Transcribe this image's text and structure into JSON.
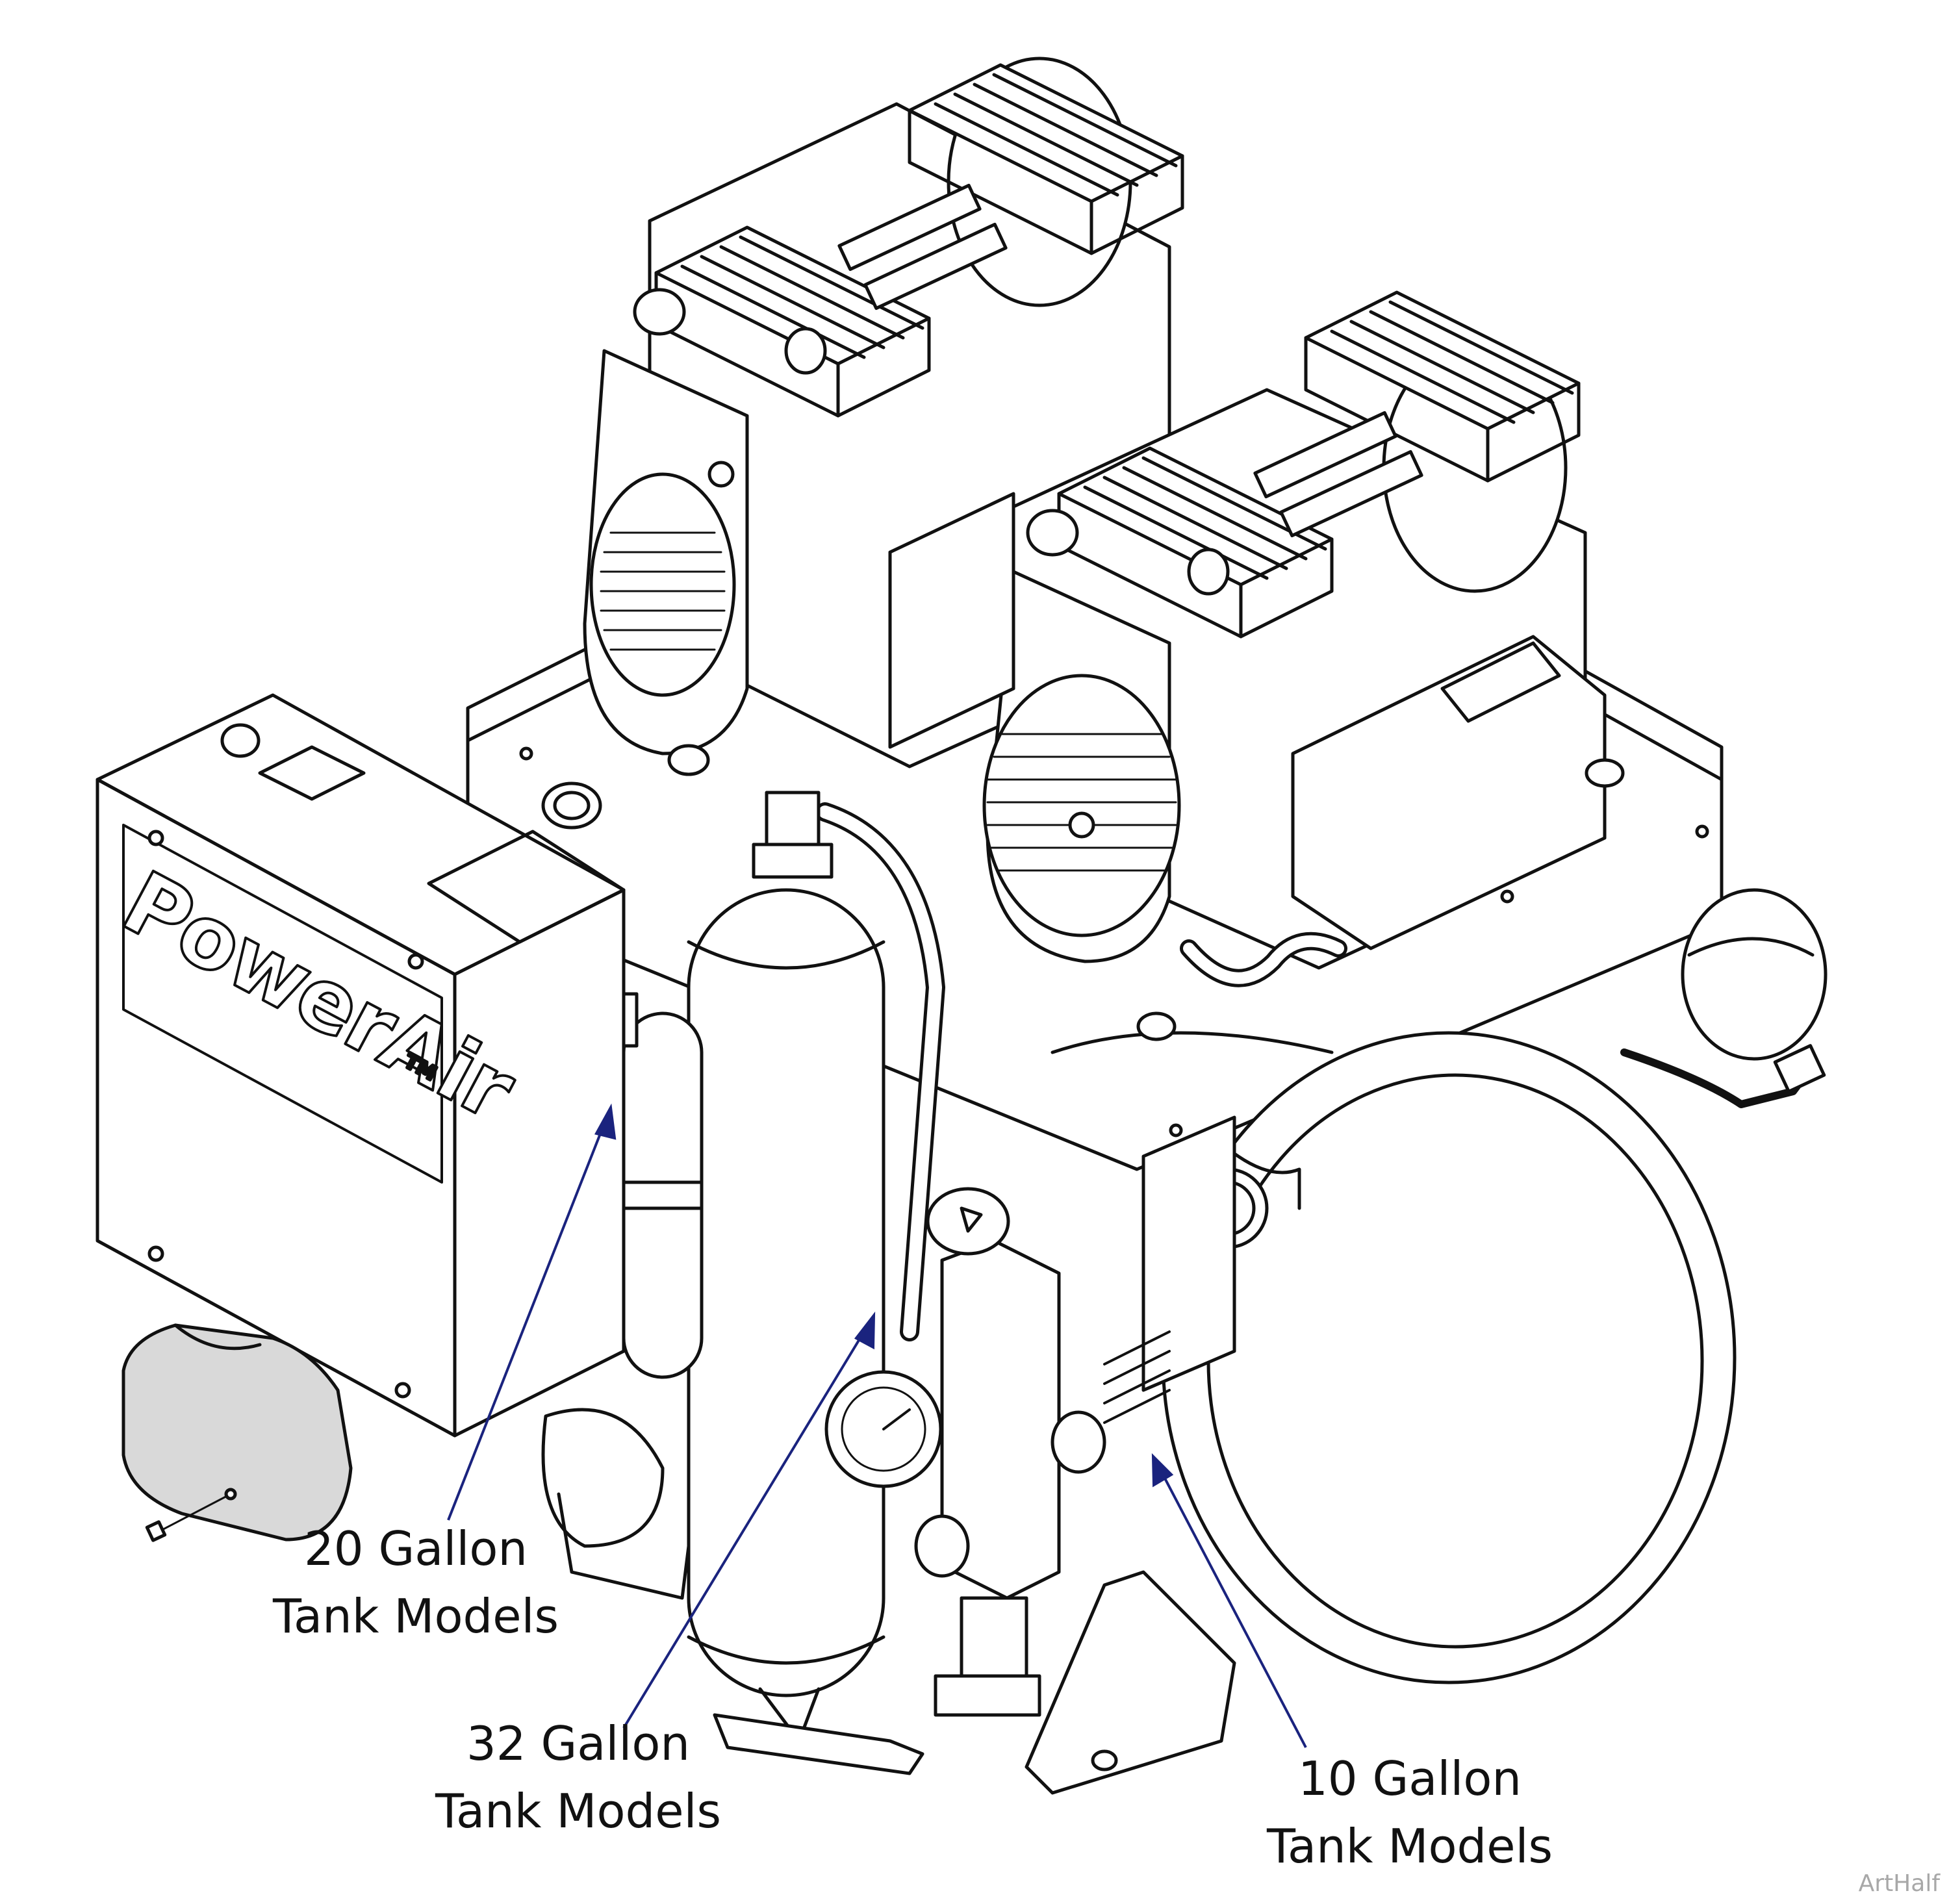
{
  "figure": {
    "brand_label": "PowerAir",
    "trademark": "TM",
    "callouts": [
      {
        "line1": "20 Gallon",
        "line2": "Tank Models"
      },
      {
        "line1": "32 Gallon",
        "line2": "Tank Models"
      },
      {
        "line1": "10 Gallon",
        "line2": "Tank Models"
      }
    ],
    "credit": "ArtHalf"
  },
  "colors": {
    "line": "#111111",
    "leader": "#1a237e",
    "cover_fill": "#d9d9d9"
  }
}
